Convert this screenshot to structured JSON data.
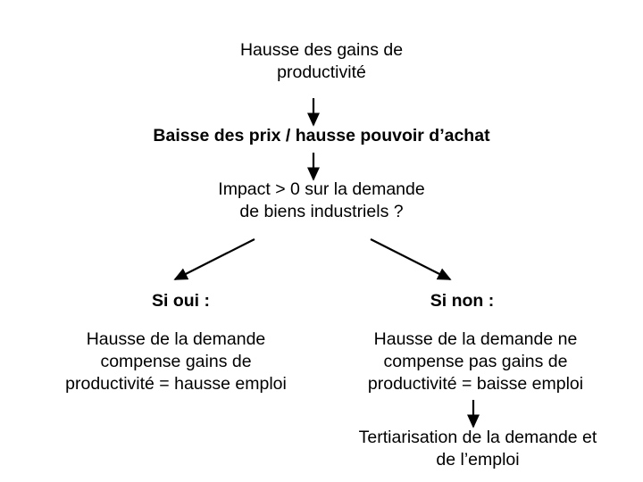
{
  "diagram": {
    "title": "Hausse des gains de productivite - flowchart",
    "line_color": "#000000",
    "nodes": {
      "productivity": "Hausse des gains de\nproductivité",
      "prices": "Baisse des prix / hausse pouvoir d’achat",
      "impact": "Impact > 0 sur la demande\nde biens industriels ?",
      "yes_label": "Si oui :",
      "no_label": "Si non :",
      "yes_body": "Hausse de la demande\ncompense gains de\nproductivité = hausse emploi",
      "no_body": "Hausse de la demande ne\ncompense pas gains de\nproductivité = baisse emploi",
      "tertiarisation": "Tertiarisation de la demande et\nde l’emploi"
    }
  }
}
